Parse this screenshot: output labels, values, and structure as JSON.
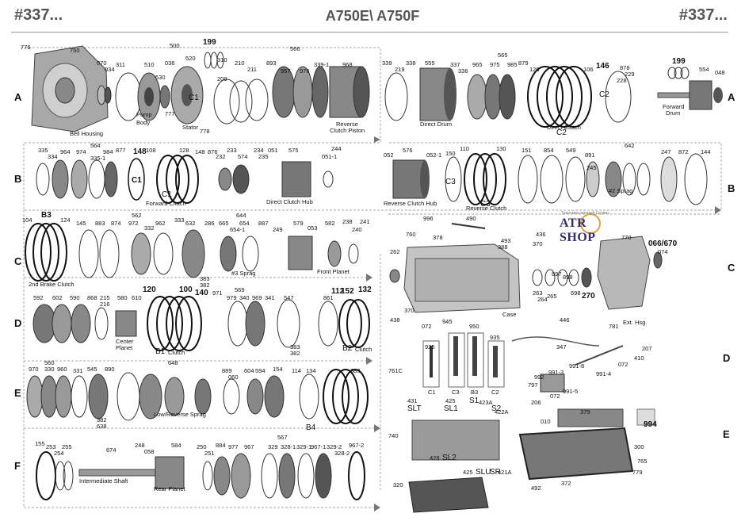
{
  "header": {
    "left_code": "#337...",
    "title": "A750E\\ A750F",
    "right_code": "#337..."
  },
  "row_labels": {
    "A": "A",
    "B": "B",
    "C": "C",
    "D": "D",
    "E": "E",
    "F": "F"
  },
  "logo": {
    "tagline": "Трансмиссионный Сервис",
    "name": "ATR SHOP"
  },
  "rows": {
    "A1": {
      "callouts": [
        "776",
        "750",
        "070",
        "034",
        "311",
        "500",
        "510",
        "530",
        "036",
        "520",
        "199",
        "310",
        "209",
        "210",
        "211",
        "777",
        "778"
      ],
      "captions": [
        "Bell Housing",
        "Pump",
        "Body",
        "Stator",
        "C1"
      ]
    },
    "A2": {
      "callouts": [
        "566",
        "893",
        "957",
        "976",
        "339-1",
        "968"
      ],
      "captions": [
        "Reverse",
        "Clutch Piston"
      ]
    },
    "A3": {
      "callouts": [
        "339",
        "219",
        "338",
        "555",
        "337",
        "336",
        "565",
        "965",
        "975",
        "985",
        "879",
        "126",
        "106",
        "146",
        "878",
        "229",
        "228"
      ],
      "captions": [
        "Direct Drum",
        "Direct Clutch",
        "C2",
        "C2"
      ]
    },
    "A4": {
      "callouts": [
        "199",
        "554",
        "048"
      ],
      "captions": [
        "Forward",
        "Drum"
      ]
    },
    "B1": {
      "callouts": [
        "335",
        "334",
        "564",
        "964",
        "974",
        "335-1",
        "984",
        "877",
        "148",
        "108",
        "128",
        "148",
        "876",
        "232",
        "233",
        "574",
        "234",
        "235",
        "051",
        "575",
        "244",
        "051-1",
        "C1"
      ],
      "captions": [
        "Forward Clutch",
        "C1",
        "Direct Clutch Hub"
      ]
    },
    "B2": {
      "callouts": [
        "052",
        "576",
        "052-1",
        "150",
        "110",
        "130",
        "151",
        "854",
        "549",
        "891",
        "245",
        "642",
        "247",
        "872",
        "144"
      ],
      "captions": [
        "Reverse Clutch Hub",
        "C3",
        "Reverse Clutch",
        "C3",
        "#2 Sprag"
      ]
    },
    "C1": {
      "callouts": [
        "104",
        "B3",
        "124",
        "145",
        "883",
        "874",
        "562",
        "972",
        "962",
        "332",
        "333",
        "632",
        "644",
        "286",
        "665",
        "654",
        "654-1",
        "887",
        "249",
        "579",
        "053",
        "582",
        "238",
        "240",
        "241",
        "383",
        "382"
      ],
      "captions": [
        "2nd Brake Clutch",
        "#3 Sprag",
        "Front Planet"
      ]
    },
    "C2": {
      "callouts": [
        "996",
        "490",
        "760",
        "378",
        "493",
        "388",
        "436",
        "370",
        "262",
        "370",
        "438",
        "072",
        "263",
        "264",
        "265",
        "897",
        "898",
        "698",
        "270",
        "770",
        "066/670",
        "074",
        "781"
      ],
      "captions": [
        "Case",
        "Ext. Hsg."
      ]
    },
    "D1": {
      "callouts": [
        "592",
        "602",
        "590",
        "868",
        "215",
        "216",
        "580",
        "610",
        "120",
        "100",
        "140",
        "971",
        "979",
        "340",
        "969",
        "341",
        "569",
        "547",
        "861",
        "152",
        "112",
        "132",
        "383",
        "382"
      ],
      "captions": [
        "Center",
        "Planet",
        "B1",
        "Clutch",
        "B2",
        "Clutch"
      ]
    },
    "D2": {
      "callouts": [
        "945",
        "950",
        "925",
        "935",
        "761C",
        "431",
        "425",
        "423A",
        "422A",
        "446",
        "347",
        "207",
        "410",
        "072",
        "991-8",
        "991-3",
        "991-4",
        "992",
        "797",
        "991-5",
        "206",
        "072"
      ],
      "captions": [
        "C1",
        "C3",
        "B3",
        "C2",
        "SLT",
        "SL1",
        "S1",
        "S2"
      ]
    },
    "E1": {
      "callouts": [
        "560",
        "970",
        "330",
        "960",
        "331",
        "545",
        "890",
        "648",
        "889",
        "060",
        "604",
        "594",
        "154",
        "114",
        "134",
        "383",
        "382",
        "638"
      ],
      "captions": [
        "Low/Reverse Sprag",
        "B4"
      ]
    },
    "E2": {
      "callouts": [
        "740",
        "428",
        "425",
        "421A",
        "010",
        "379",
        "300",
        "765",
        "779",
        "994",
        "492",
        "372",
        "320"
      ],
      "captions": [
        "SL2",
        "SLU",
        "SR"
      ]
    },
    "F1": {
      "callouts": [
        "155",
        "253",
        "254",
        "255",
        "674",
        "248",
        "058",
        "584",
        "250",
        "251",
        "884",
        "977",
        "567",
        "967",
        "329",
        "328-1",
        "329-1",
        "967-1",
        "329-2",
        "328-2",
        "967-2"
      ],
      "captions": [
        "Intermediate Shaft",
        "Rear Planet"
      ]
    }
  }
}
